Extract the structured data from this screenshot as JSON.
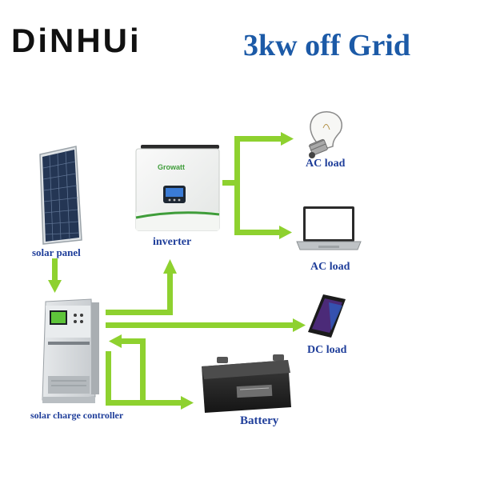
{
  "header": {
    "brand": "DiNHUi",
    "title": "3kw off  Grid"
  },
  "inverter": {
    "brand_text": "Growatt"
  },
  "labels": {
    "solar_panel": "solar panel",
    "inverter": "inverter",
    "controller": "solar charge controller",
    "ac_load_1": "AC load",
    "ac_load_2": "AC load",
    "dc_load": "DC load",
    "battery": "Battery"
  },
  "colors": {
    "arrow": "#8ed12f",
    "title": "#1c5aa7",
    "label": "#1f3e9a",
    "brand_accent": "#d32626"
  }
}
